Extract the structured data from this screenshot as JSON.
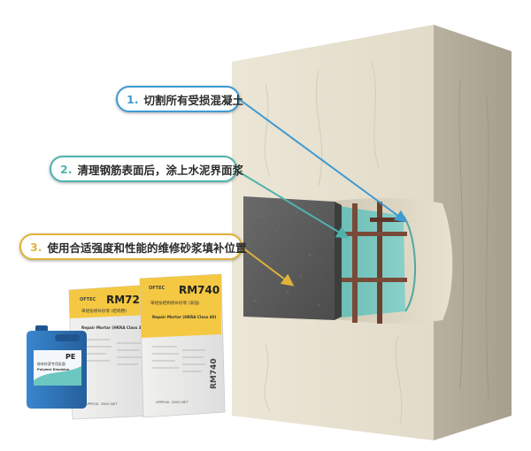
{
  "colors": {
    "step1": "#3f9ad2",
    "step2": "#4fb3ad",
    "step3": "#e0b33a",
    "concrete": "#e6e0cf",
    "repair_mortar": "#5d5d5d",
    "bonding_coat": "#6cc7c0",
    "rebar": "#7a4a38",
    "bag_yellow": "#f4c842",
    "jerrycan_blue": "#2f74b8"
  },
  "steps": [
    {
      "number": "1.",
      "text": "切割所有受损混凝土"
    },
    {
      "number": "2.",
      "text": "清理钢筋表面后，涂上水泥界面浆"
    },
    {
      "number": "3.",
      "text": "使用合适强度和性能的维修砂浆填补位置"
    }
  ],
  "products": {
    "rm725": {
      "brand": "OFTEC",
      "code": "RM725",
      "name_cn": "单组份修补砂浆 (结构用)",
      "name_en": "Repair Mortar (HKRA Class 35)",
      "approval": "APPROX. 25KG NET"
    },
    "rm740": {
      "brand": "OFTEC",
      "code": "RM740",
      "name_cn": "单组份结构修补砂浆 (高强)",
      "name_en": "Repair Mortar (HKRA Class 40)",
      "approval": "APPROX. 25KG NET",
      "side_code": "RM740"
    },
    "pe": {
      "code": "PE",
      "name_cn": "修补砂浆专用乳胶",
      "name_en": "Polymer Emulsion"
    }
  }
}
